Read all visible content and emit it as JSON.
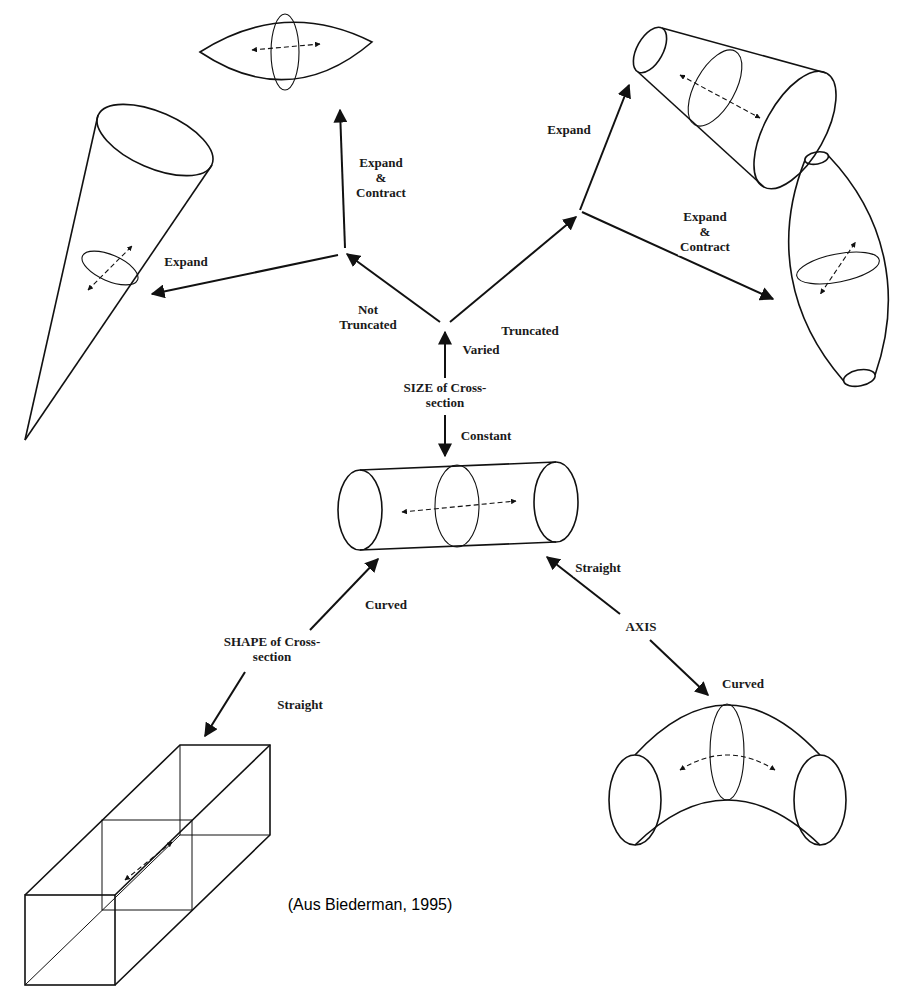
{
  "diagram": {
    "caption": "(Aus Biederman, 1995)",
    "labels": [
      "Expand & Contract",
      "Expand",
      "Expand & Contract",
      "Expand",
      "Not Truncated",
      "Truncated",
      "Varied",
      "SIZE of Cross-section",
      "Constant",
      "Straight",
      "Curved",
      "AXIS",
      "SHAPE of Cross-section",
      "Curved",
      "Straight"
    ]
  }
}
